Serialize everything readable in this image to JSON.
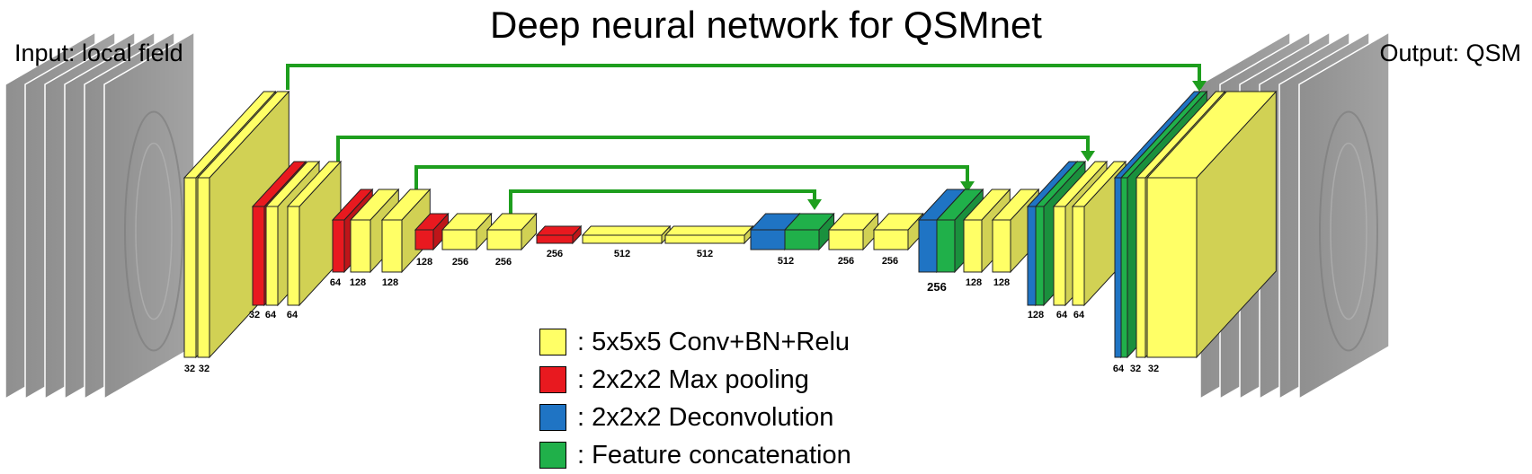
{
  "title": "Deep neural network for QSMnet",
  "input_label": "Input: local field",
  "output_label": "Output: QSM",
  "colors": {
    "conv": "#ffff66",
    "maxpool": "#e8191f",
    "deconv": "#1f74c4",
    "concat": "#20b04a",
    "skip_connection": "#1e9e1e",
    "mri_background": "#999999"
  },
  "legend": [
    {
      "type": "conv",
      "label": ": 5x5x5 Conv+BN+Relu"
    },
    {
      "type": "maxpool",
      "label": ": 2x2x2 Max pooling"
    },
    {
      "type": "deconv",
      "label": ": 2x2x2 Deconvolution"
    },
    {
      "type": "concat",
      "label": ": Feature concatenation"
    }
  ],
  "channel_labels": [
    {
      "text": "32"
    },
    {
      "text": "32"
    },
    {
      "text": "32"
    },
    {
      "text": "64"
    },
    {
      "text": "64"
    },
    {
      "text": "64"
    },
    {
      "text": "128"
    },
    {
      "text": "128"
    },
    {
      "text": "128"
    },
    {
      "text": "256"
    },
    {
      "text": "256"
    },
    {
      "text": "256"
    },
    {
      "text": "512"
    },
    {
      "text": "512"
    },
    {
      "text": "512"
    },
    {
      "text": "256"
    },
    {
      "text": "256"
    },
    {
      "text": "256"
    },
    {
      "text": "128"
    },
    {
      "text": "128"
    },
    {
      "text": "128"
    },
    {
      "text": "64"
    },
    {
      "text": "64"
    },
    {
      "text": "64"
    },
    {
      "text": "32"
    },
    {
      "text": "32"
    }
  ]
}
